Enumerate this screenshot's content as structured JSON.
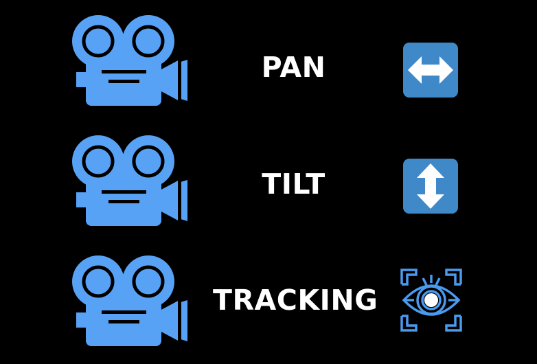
{
  "colors": {
    "background": "#000000",
    "camera": "#58A2F6",
    "arrow_box": "#3F89C9",
    "arrow": "#FFFFFF",
    "eye": "#4A9AEE",
    "label": "#FFFFFF"
  },
  "rows": [
    {
      "label": "PAN",
      "camera_icon": "movie-camera-icon",
      "action_icon": "left-right-arrow-icon"
    },
    {
      "label": "TILT",
      "camera_icon": "movie-camera-icon",
      "action_icon": "up-down-arrow-icon"
    },
    {
      "label": "TRACKING",
      "camera_icon": "movie-camera-icon",
      "action_icon": "eye-scan-icon"
    }
  ]
}
